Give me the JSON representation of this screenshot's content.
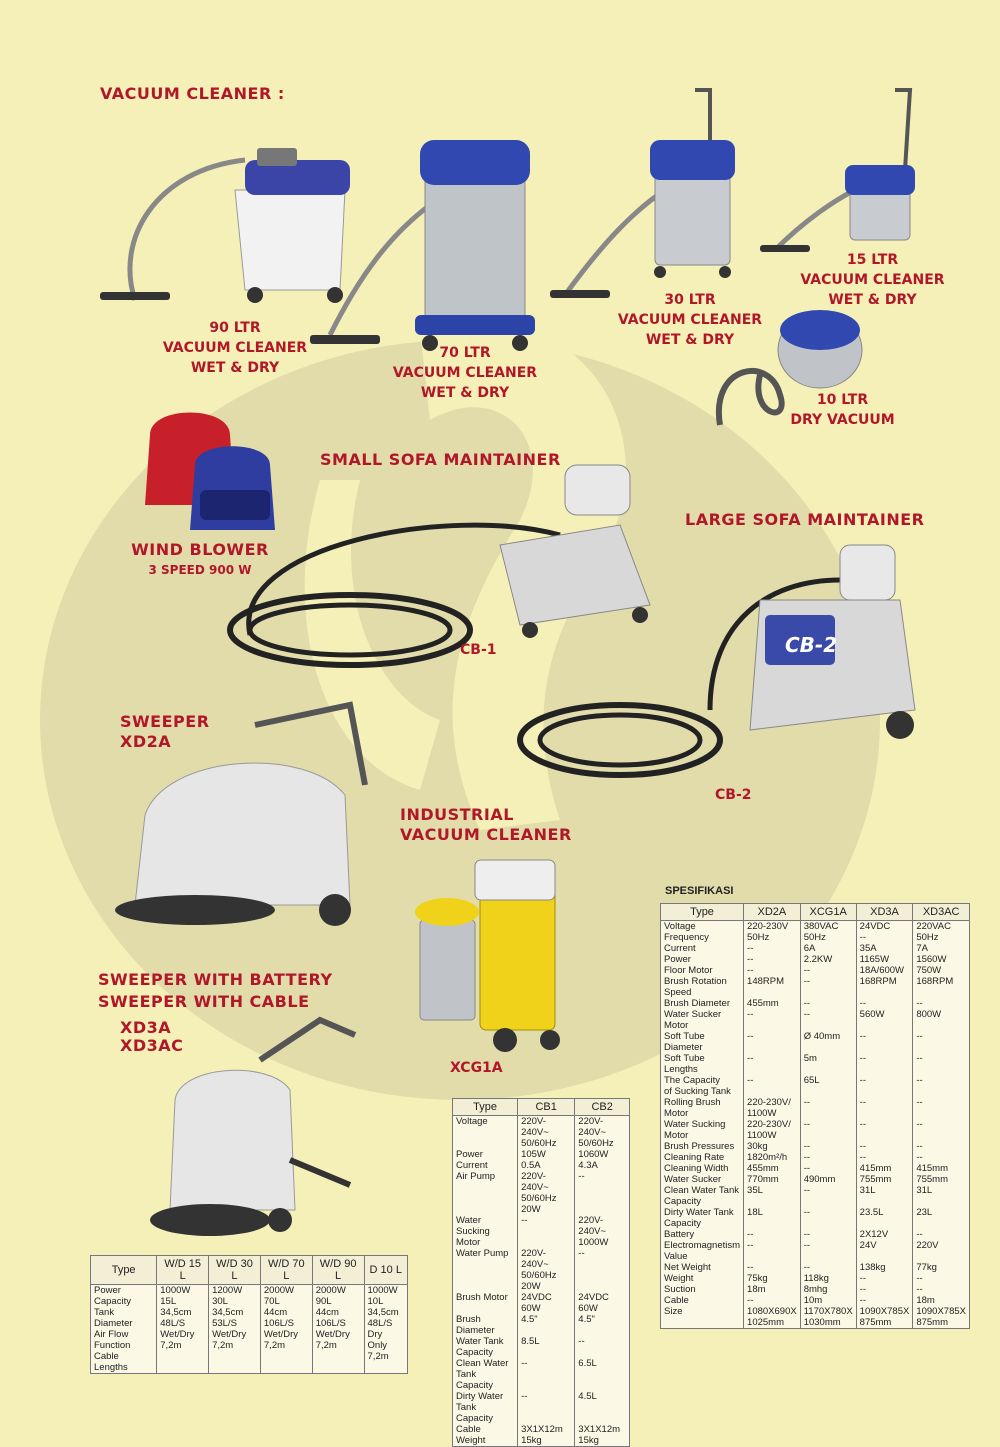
{
  "headings": {
    "vacuum_cleaner": "VACUUM CLEANER :",
    "small_sofa": "SMALL SOFA MAINTAINER",
    "large_sofa": "LARGE SOFA MAINTAINER",
    "wind_blower": "WIND BLOWER",
    "wind_blower_sub": "3 SPEED 900 W",
    "sweeper": "SWEEPER",
    "sweeper_model": "XD2A",
    "industrial_1": "INDUSTRIAL",
    "industrial_2": "VACUUM CLEANER",
    "battery": "SWEEPER WITH BATTERY",
    "cable": "SWEEPER WITH CABLE",
    "xd3a": "XD3A",
    "xd3ac": "XD3AC"
  },
  "product_labels": {
    "v90": [
      "90 LTR",
      "VACUUM CLEANER",
      "WET & DRY"
    ],
    "v70": [
      "70 LTR",
      "VACUUM CLEANER",
      "WET & DRY"
    ],
    "v30": [
      "30 LTR",
      "VACUUM CLEANER",
      "WET & DRY"
    ],
    "v15": [
      "15 LTR",
      "VACUUM CLEANER",
      "WET & DRY"
    ],
    "v10": [
      "10 LTR",
      "DRY VACUUM"
    ],
    "cb1": "CB-1",
    "cb2": "CB-2",
    "xcg1a": "XCG1A",
    "cb2_panel": "CB-2"
  },
  "table_vacuum": {
    "headers": [
      "Type",
      "W/D 15 L",
      "W/D 30 L",
      "W/D 70 L",
      "W/D 90 L",
      "D 10 L"
    ],
    "rows": [
      [
        "Power\nCapacity\nTank Diameter\nAir Flow\nFunction\nCable Lengths",
        "1000W\n15L\n34,5cm\n48L/S\nWet/Dry\n7,2m",
        "1200W\n30L\n34,5cm\n53L/S\nWet/Dry\n7,2m",
        "2000W\n70L\n44cm\n106L/S\nWet/Dry\n7,2m",
        "2000W\n90L\n44cm\n106L/S\nWet/Dry\n7,2m",
        "1000W\n10L\n34,5cm\n48L/S\nDry Only\n7,2m"
      ]
    ]
  },
  "table_cb": {
    "headers": [
      "Type",
      "CB1",
      "CB2"
    ],
    "rows": [
      [
        "Voltage",
        "220V-240V~\n50/60Hz",
        "220V-240V~\n50/60Hz"
      ],
      [
        "Power",
        "105W",
        "1060W"
      ],
      [
        "Current",
        "0.5A",
        "4.3A"
      ],
      [
        "Air Pump",
        "220V-240V~\n50/60Hz 20W",
        "--"
      ],
      [
        "Water Sucking\nMotor",
        "--",
        "220V-240V~\n1000W"
      ],
      [
        "Water Pump",
        "220V-240V~\n50/60Hz 20W",
        "--"
      ],
      [
        "Brush Motor",
        "24VDC 60W",
        "24VDC 60W"
      ],
      [
        "Brush Diameter",
        "4.5\"",
        "4.5\""
      ],
      [
        "Water Tank\nCapacity",
        "8.5L",
        "--"
      ],
      [
        "Clean Water Tank\nCapacity",
        "--",
        "6.5L"
      ],
      [
        "Dirty Water Tank\nCapacity",
        "--",
        "4.5L"
      ],
      [
        "Cable",
        "3X1X12m",
        "3X1X12m"
      ],
      [
        "Weight",
        "15kg",
        "15kg"
      ]
    ]
  },
  "table_spec": {
    "title": "SPESIFIKASI",
    "headers": [
      "Type",
      "XD2A",
      "XCG1A",
      "XD3A",
      "XD3AC"
    ],
    "rows": [
      [
        "Voltage",
        "220-230V",
        "380VAC",
        "24VDC",
        "220VAC"
      ],
      [
        "Frequency",
        "50Hz",
        "50Hz",
        "--",
        "50Hz"
      ],
      [
        "Current",
        "--",
        "6A",
        "35A",
        "7A"
      ],
      [
        "Power",
        "--",
        "2.2KW",
        "1165W",
        "1560W"
      ],
      [
        "Floor Motor",
        "--",
        "--",
        "18A/600W",
        "750W"
      ],
      [
        "Brush Rotation\nSpeed",
        "148RPM",
        "--",
        "168RPM",
        "168RPM"
      ],
      [
        "Brush Diameter",
        "455mm",
        "--",
        "--",
        "--"
      ],
      [
        "Water Sucker\nMotor",
        "--",
        "--",
        "560W",
        "800W"
      ],
      [
        "Soft Tube\nDiameter",
        "--",
        "Ø 40mm",
        "--",
        "--"
      ],
      [
        "Soft Tube\nLengths",
        "--",
        "5m",
        "--",
        "--"
      ],
      [
        "The Capacity\nof Sucking Tank",
        "--",
        "65L",
        "--",
        "--"
      ],
      [
        "Rolling Brush\nMotor",
        "220-230V/\n1100W",
        "--",
        "--",
        "--"
      ],
      [
        "Water Sucking\nMotor",
        "220-230V/\n1100W",
        "--",
        "--",
        "--"
      ],
      [
        "Brush Pressures",
        "30kg",
        "--",
        "--",
        "--"
      ],
      [
        "Cleaning Rate",
        "1820m²/h",
        "--",
        "--",
        "--"
      ],
      [
        "Cleaning Width",
        "455mm",
        "--",
        "415mm",
        "415mm"
      ],
      [
        "Water Sucker",
        "770mm",
        "490mm",
        "755mm",
        "755mm"
      ],
      [
        "Clean Water Tank\nCapacity",
        "35L",
        "--",
        "31L",
        "31L"
      ],
      [
        "Dirty Water Tank\nCapacity",
        "18L",
        "--",
        "23.5L",
        "23L"
      ],
      [
        "Battery",
        "--",
        "--",
        "2X12V",
        "--"
      ],
      [
        "Electromagnetism\nValue",
        "--",
        "--",
        "24V",
        "220V"
      ],
      [
        "Net Weight",
        "--",
        "--",
        "138kg",
        "77kg"
      ],
      [
        "Weight",
        "75kg",
        "118kg",
        "--",
        "--"
      ],
      [
        "Suction",
        "18m",
        "8mhg",
        "--",
        "--"
      ],
      [
        "Cable",
        "--",
        "10m",
        "--",
        "18m"
      ],
      [
        "Size",
        "1080X690X\n1025mm",
        "1170X780X\n1030mm",
        "1090X785X\n875mm",
        "1090X785X\n875mm"
      ]
    ]
  },
  "colors": {
    "background": "#f5f0b8",
    "heading": "#b0182a",
    "watermark": "#d4cda0"
  },
  "icons": [
    "vacuum-90-image",
    "vacuum-70-image",
    "vacuum-30-image",
    "vacuum-15-image",
    "vacuum-10-image",
    "wind-blower-image",
    "sofa-maintainer-small-image",
    "sofa-maintainer-large-image",
    "sweeper-image",
    "industrial-vacuum-image",
    "battery-sweeper-image"
  ]
}
